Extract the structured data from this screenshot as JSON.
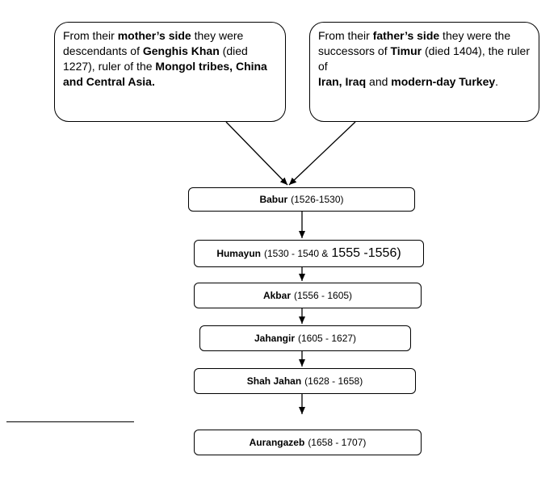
{
  "left_callout": {
    "t1": "From their ",
    "b1": "mother’s side",
    "t2": " they were descendants of ",
    "b2": "Genghis Khan",
    "t3": " (died 1227), ruler of the ",
    "b3": "Mongol tribes, China and Central Asia."
  },
  "right_callout": {
    "t1": "From their ",
    "b1": "father’s side",
    "t2": " they were the successors of ",
    "b2": "Timur",
    "t3": " (died 1404), the ruler of",
    "b3": "Iran, Iraq",
    "t4": " and ",
    "b4": "modern-day Turkey",
    "t5": "."
  },
  "rulers": {
    "babur": {
      "name": "Babur",
      "years": "(1526-1530)"
    },
    "humayun": {
      "name": "Humayun",
      "years1": "(1530 - 1540 &",
      "years2": "1555 -1556)"
    },
    "akbar": {
      "name": "Akbar",
      "years": "(1556 - 1605)"
    },
    "jahangir": {
      "name": "Jahangir",
      "years": "(1605 - 1627)"
    },
    "shahjahan": {
      "name": "Shah Jahan",
      "years": "(1628 - 1658)"
    },
    "aurangzeb": {
      "name": "Aurangazeb",
      "years": "(1658 - 1707)"
    }
  }
}
